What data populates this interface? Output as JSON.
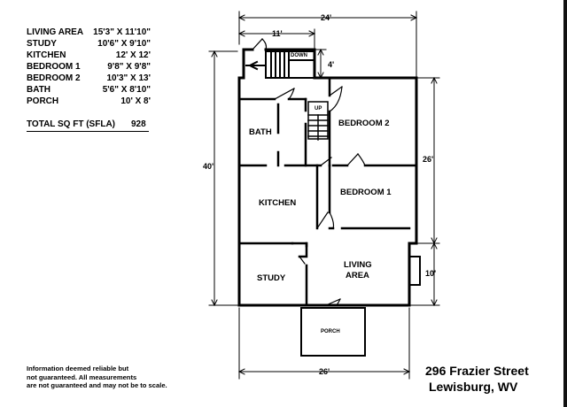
{
  "rooms": [
    {
      "name": "LIVING AREA",
      "dims": "15'3\" X 11'10\""
    },
    {
      "name": "STUDY",
      "dims": "10'6\" X 9'10\""
    },
    {
      "name": "KITCHEN",
      "dims": "12' X 12'"
    },
    {
      "name": "BEDROOM 1",
      "dims": "9'8\" X 9'8\""
    },
    {
      "name": "BEDROOM 2",
      "dims": "10'3\" X 13'"
    },
    {
      "name": "BATH",
      "dims": "5'6\" X 8'10\""
    },
    {
      "name": "PORCH",
      "dims": "10' X 8'"
    }
  ],
  "total": {
    "label": "TOTAL SQ FT (SFLA)",
    "value": "928"
  },
  "plan": {
    "labels": {
      "bath": "BATH",
      "bedroom2": "BEDROOM 2",
      "kitchen": "KITCHEN",
      "bedroom1": "BEDROOM 1",
      "study": "STUDY",
      "living1": "LIVING",
      "living2": "AREA",
      "porch": "PORCH",
      "down": "DOWN",
      "up": "UP"
    },
    "dimensions": {
      "top_width": "24'",
      "top_inner": "11'",
      "top_right": "4'",
      "left_height": "40'",
      "right_upper": "26'",
      "right_lower": "10'",
      "bottom_width": "26'"
    }
  },
  "disclaimer": [
    "Information deemed reliable but",
    "not guaranteed.  All measurements",
    "are not guaranteed and may not be to scale."
  ],
  "address": {
    "line1": "296 Frazier Street",
    "line2": "Lewisburg, WV"
  }
}
